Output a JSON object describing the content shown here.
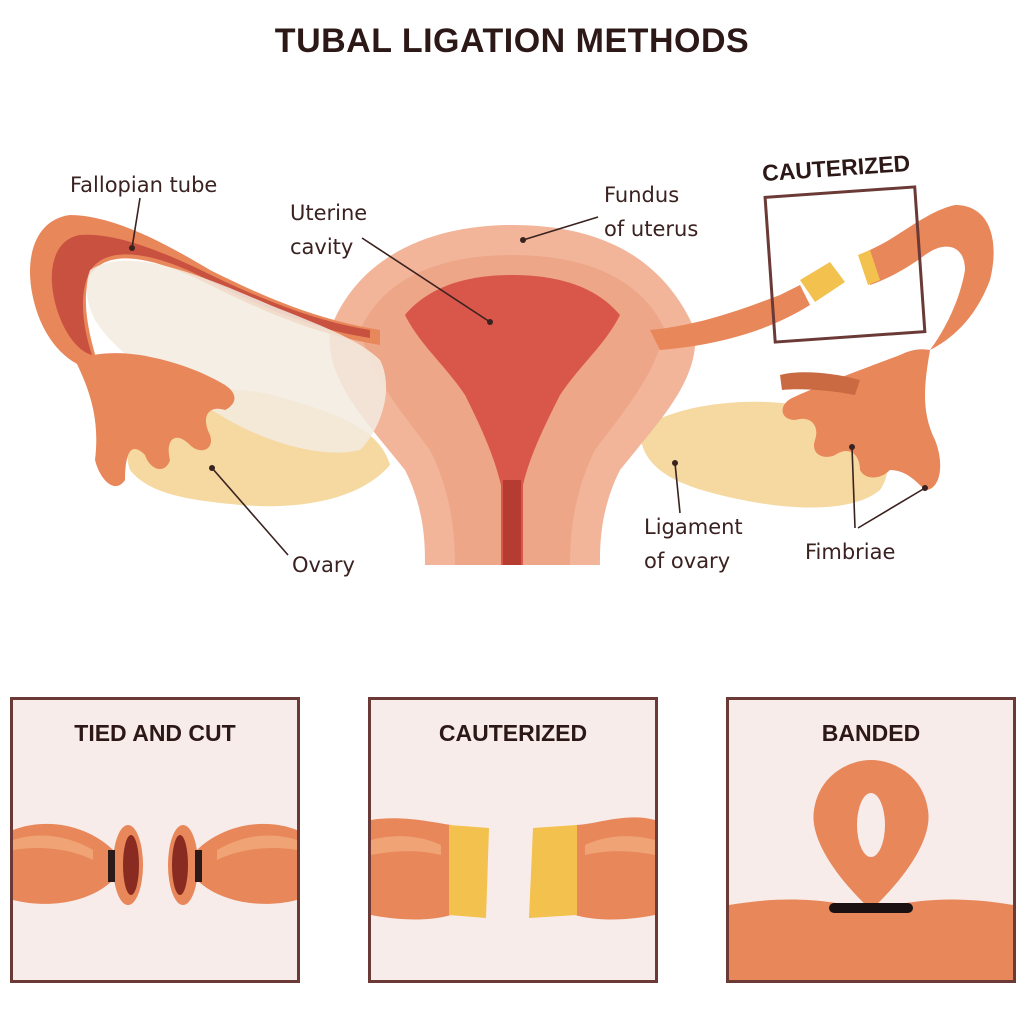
{
  "title": "TUBAL LIGATION METHODS",
  "labels": {
    "fallopian_tube": "Fallopian tube",
    "uterine_cavity_1": "Uterine",
    "uterine_cavity_2": "cavity",
    "fundus_1": "Fundus",
    "fundus_2": "of uterus",
    "ovary": "Ovary",
    "ligament_1": "Ligament",
    "ligament_2": "of ovary",
    "fimbriae": "Fimbriae",
    "cauterized_top": "CAUTERIZED"
  },
  "panels": [
    {
      "title": "TIED AND CUT"
    },
    {
      "title": "CAUTERIZED"
    },
    {
      "title": "BANDED"
    }
  ],
  "colors": {
    "tube": "#e8875a",
    "tube_dark": "#c96a43",
    "uterus": "#f2b59a",
    "cavity": "#d9574a",
    "ovary": "#f5d9a0",
    "frame": "#6b3a36"
  }
}
